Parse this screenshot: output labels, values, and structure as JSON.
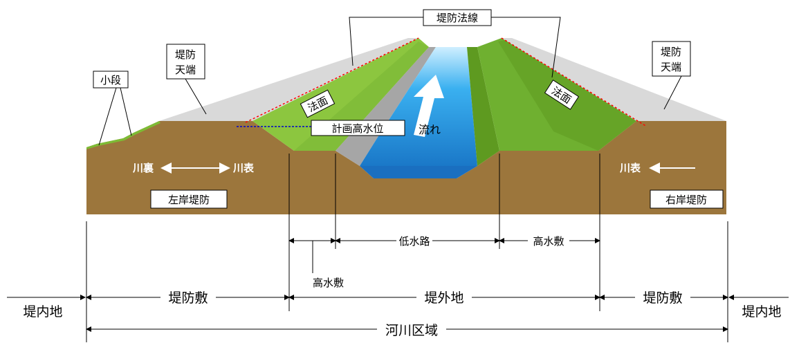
{
  "labels": {
    "embankment_line": "堤防法線",
    "crown_left": [
      "堤防",
      "天端"
    ],
    "crown_right": [
      "堤防",
      "天端"
    ],
    "berm": "小段",
    "slope_left": "法面",
    "slope_right": "法面",
    "planned_high_water": "計画高水位",
    "flow": "流れ",
    "landside_left": "川裏",
    "riverside_left": "川表",
    "riverside_right": "川表",
    "left_levee": "左岸堤防",
    "right_levee": "右岸堤防",
    "low_water_channel": "低水路",
    "high_water_bed_right": "高水敷",
    "high_water_bed_left": "高水敷",
    "inland_left": "堤内地",
    "inland_right": "堤内地",
    "levee_site_left": "堤防敷",
    "levee_site_right": "堤防敷",
    "riverside_land": "堤外地",
    "river_area": "河川区域"
  },
  "colors": {
    "soil": "#9c763c",
    "grass_light": "#8cc63f",
    "grass_mid": "#6fb030",
    "grass_dark": "#5e9a20",
    "crown": "#d9d9d9",
    "water": "#2a96e0",
    "concrete": "#a6a6a6",
    "line_red": "#ff0000",
    "line_blue": "#0000cc"
  }
}
